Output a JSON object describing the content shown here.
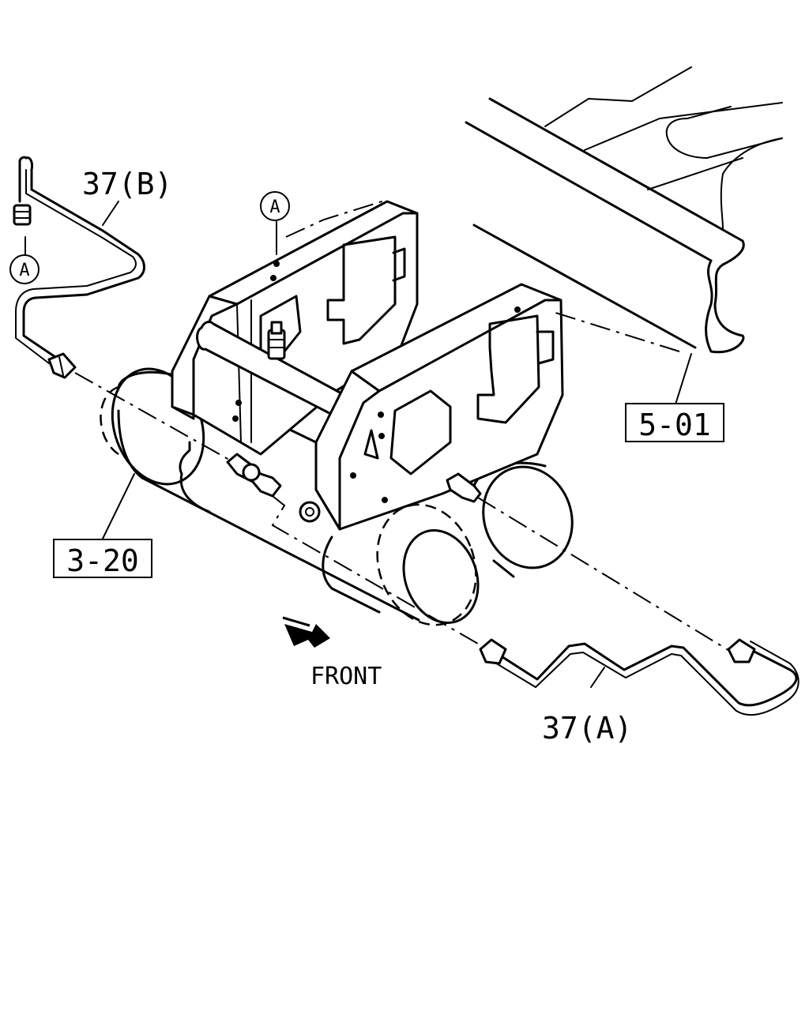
{
  "labels": {
    "part_37b": "37(B)",
    "part_37a": "37(A)",
    "ref_5_01": "5-01",
    "ref_3_20": "3-20",
    "connector_a_left": "A",
    "connector_a_center": "A",
    "direction": "FRONT"
  },
  "icons": {
    "front_arrow": "front-arrow-icon"
  }
}
